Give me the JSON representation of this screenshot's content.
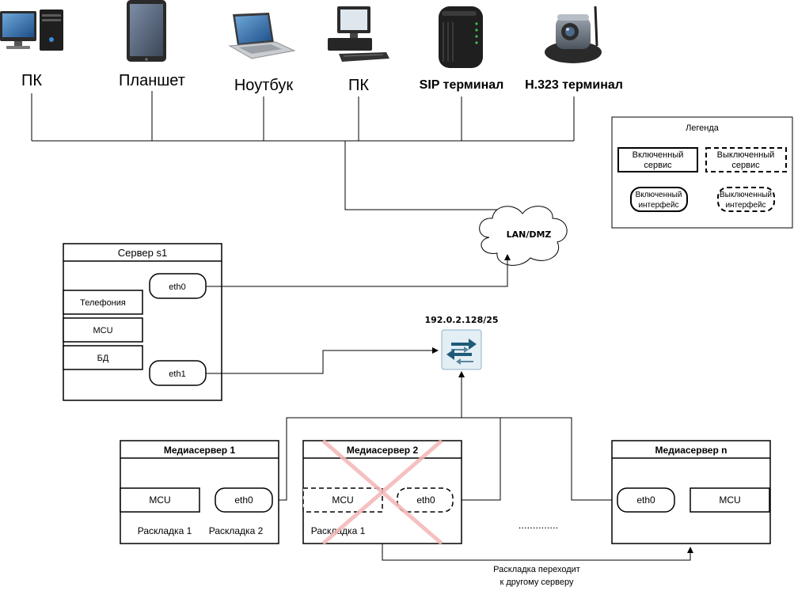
{
  "devices": [
    {
      "label": "ПК",
      "icon": "desktop-pc-icon"
    },
    {
      "label": "Планшет",
      "icon": "tablet-icon"
    },
    {
      "label": "Ноутбук",
      "icon": "laptop-icon"
    },
    {
      "label": "ПК",
      "icon": "workstation-pc-icon"
    },
    {
      "label": "SIP терминал",
      "icon": "sip-terminal-icon"
    },
    {
      "label": "H.323 терминал",
      "icon": "ip-camera-icon"
    }
  ],
  "cloud": {
    "label": "LAN/DMZ"
  },
  "switch": {
    "label": "192.0.2.128/25",
    "icon": "network-switch-icon"
  },
  "legend": {
    "title": "Легенда",
    "service_on": [
      "Включенный",
      "сервис"
    ],
    "service_off": [
      "Выключенный",
      "сервис"
    ],
    "iface_on": [
      "Включенный",
      "интерфейс"
    ],
    "iface_off": [
      "Выключенный",
      "интерфейс"
    ]
  },
  "server_s1": {
    "title": "Сервер s1",
    "services": [
      "Телефония",
      "MCU",
      "БД"
    ],
    "interfaces": [
      "eth0",
      "eth1"
    ]
  },
  "media_servers": [
    {
      "title": "Медиасервер 1",
      "service": "MCU",
      "iface": "eth0",
      "layouts": [
        "Раскладка 1",
        "Раскладка 2"
      ],
      "disabled": false
    },
    {
      "title": "Медиасервер 2",
      "service": "MCU",
      "iface": "eth0",
      "layouts": [
        "Раскладка 1"
      ],
      "disabled": true
    },
    {
      "title": "Медиасервер n",
      "service": "MCU",
      "iface": "eth0",
      "layouts": [],
      "disabled": false
    }
  ],
  "ellipsis": "..............",
  "migration_note": [
    "Раскладка переходит",
    "к другому серверу"
  ],
  "colors": {
    "cross": "#f4b6b6",
    "switch_fill": "#e3eef5",
    "switch_arrow": "#1f5a78"
  }
}
